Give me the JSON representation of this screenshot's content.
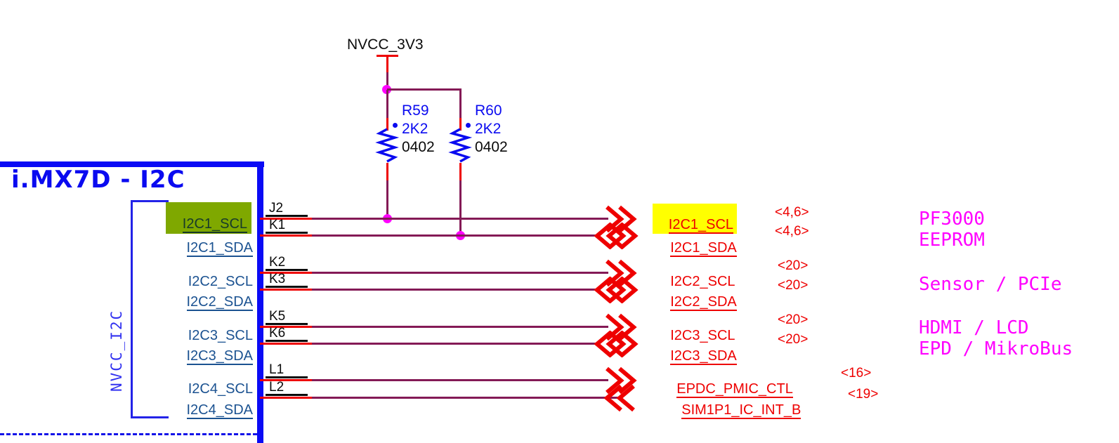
{
  "title": "i.MX7D - I2C",
  "power": {
    "net": "NVCC_3V3"
  },
  "resistors": [
    {
      "ref": "R59",
      "value": "2K2",
      "footprint": "0402"
    },
    {
      "ref": "R60",
      "value": "2K2",
      "footprint": "0402"
    }
  ],
  "bus_label": "NVCC_I2C",
  "pins": [
    {
      "name": "I2C1_SCL",
      "number": "J2"
    },
    {
      "name": "I2C1_SDA",
      "number": "K1"
    },
    {
      "name": "I2C2_SCL",
      "number": "K2"
    },
    {
      "name": "I2C2_SDA",
      "number": "K3"
    },
    {
      "name": "I2C3_SCL",
      "number": "K5"
    },
    {
      "name": "I2C3_SDA",
      "number": "K6"
    },
    {
      "name": "I2C4_SCL",
      "number": "L1"
    },
    {
      "name": "I2C4_SDA",
      "number": "L2"
    }
  ],
  "nets": [
    {
      "label": "I2C1_SCL",
      "pages": "<4,6>",
      "direction": "out",
      "highlight": "yellow"
    },
    {
      "label": "I2C1_SDA",
      "pages": "<4,6>",
      "direction": "bidir"
    },
    {
      "label": "I2C2_SCL",
      "pages": "<20>",
      "direction": "out"
    },
    {
      "label": "I2C2_SDA",
      "pages": "<20>",
      "direction": "bidir"
    },
    {
      "label": "I2C3_SCL",
      "pages": "<20>",
      "direction": "out"
    },
    {
      "label": "I2C3_SDA",
      "pages": "<20>",
      "direction": "bidir"
    },
    {
      "label": "EPDC_PMIC_CTL",
      "pages": "<16>",
      "direction": "out"
    },
    {
      "label": "SIM1P1_IC_INT_B",
      "pages": "<19>",
      "direction": "in"
    }
  ],
  "annotations": [
    "PF3000",
    "EEPROM",
    "Sensor / PCIe",
    "HDMI / LCD",
    "EPD / MikroBus"
  ],
  "colors": {
    "wire": "#841a56",
    "pin_stub": "#ee0000",
    "symbol_blue": "#0a0af0",
    "pin_name": "#1b5291",
    "junction": "#ff00ff",
    "annotation": "#ff00ff",
    "highlight_green": "#7fa800",
    "highlight_yellow": "#ffff00"
  }
}
